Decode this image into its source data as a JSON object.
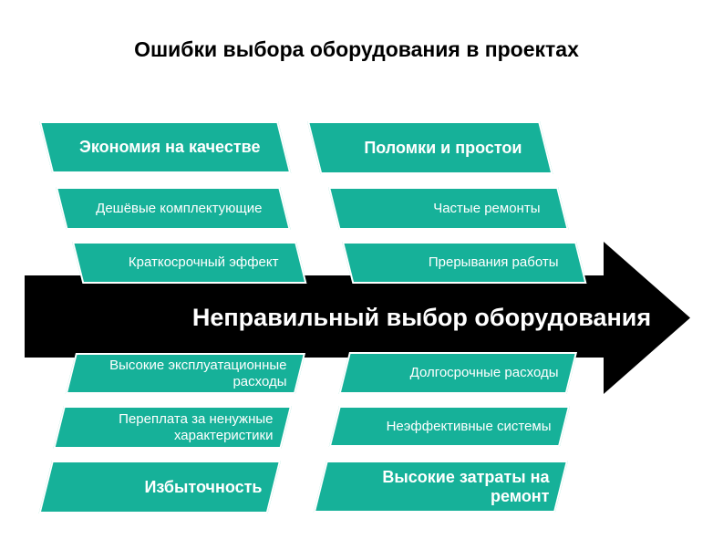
{
  "title": "Ошибки выбора оборудования в проектах",
  "arrow": {
    "label": "Неправильный выбор оборудования"
  },
  "colors": {
    "box_fill": "#16b199",
    "box_border": "#ffffff",
    "box_text": "#ffffff",
    "arrow_fill": "#000000",
    "arrow_text": "#ffffff",
    "title_text": "#000000",
    "background": "#ffffff"
  },
  "quadrants": {
    "top_left": {
      "header": "Экономия на качестве",
      "items": [
        "Дешёвые комплектующие",
        "Краткосрочный эффект"
      ]
    },
    "top_right": {
      "header": "Поломки и простои",
      "items": [
        "Частые ремонты",
        "Прерывания работы"
      ]
    },
    "bottom_left": {
      "header": "Избыточность",
      "items": [
        "Высокие эксплуатационные расходы",
        "Переплата за ненужные характеристики"
      ]
    },
    "bottom_right": {
      "header": "Высокие затраты на ремонт",
      "items": [
        "Долгосрочные расходы",
        "Неэффективные системы"
      ]
    }
  }
}
